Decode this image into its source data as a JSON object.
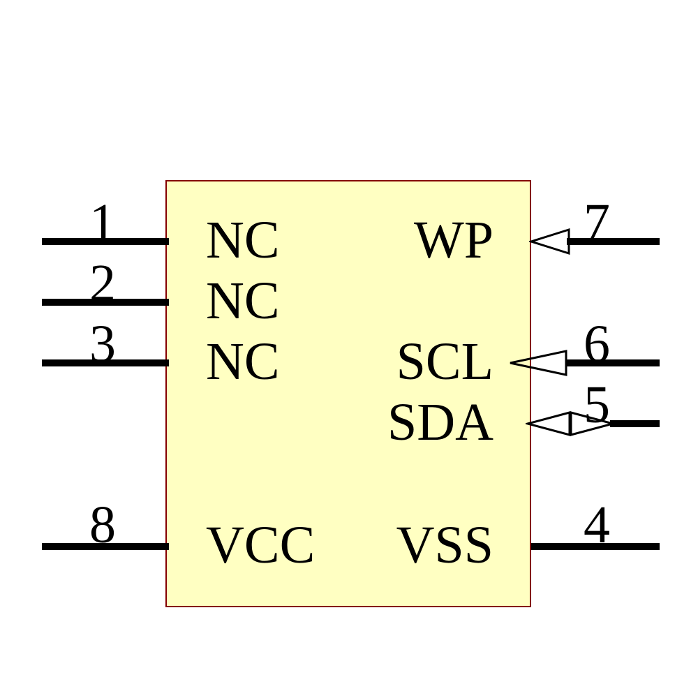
{
  "component": {
    "kind": "8-pin IC schematic symbol"
  },
  "colors": {
    "body_fill": "#FFFFC2",
    "body_border": "#840000",
    "pin": "#000000",
    "arrow_stroke": "#000000"
  },
  "pins": {
    "left": [
      {
        "number": "1",
        "name": "NC"
      },
      {
        "number": "2",
        "name": "NC"
      },
      {
        "number": "3",
        "name": "NC"
      },
      {
        "number": "8",
        "name": "VCC"
      }
    ],
    "right": [
      {
        "number": "7",
        "name": "WP",
        "arrow": "input"
      },
      {
        "number": "6",
        "name": "SCL",
        "arrow": "input"
      },
      {
        "number": "5",
        "name": "SDA",
        "arrow": "bidirectional"
      },
      {
        "number": "4",
        "name": "VSS",
        "arrow": "none"
      }
    ]
  }
}
